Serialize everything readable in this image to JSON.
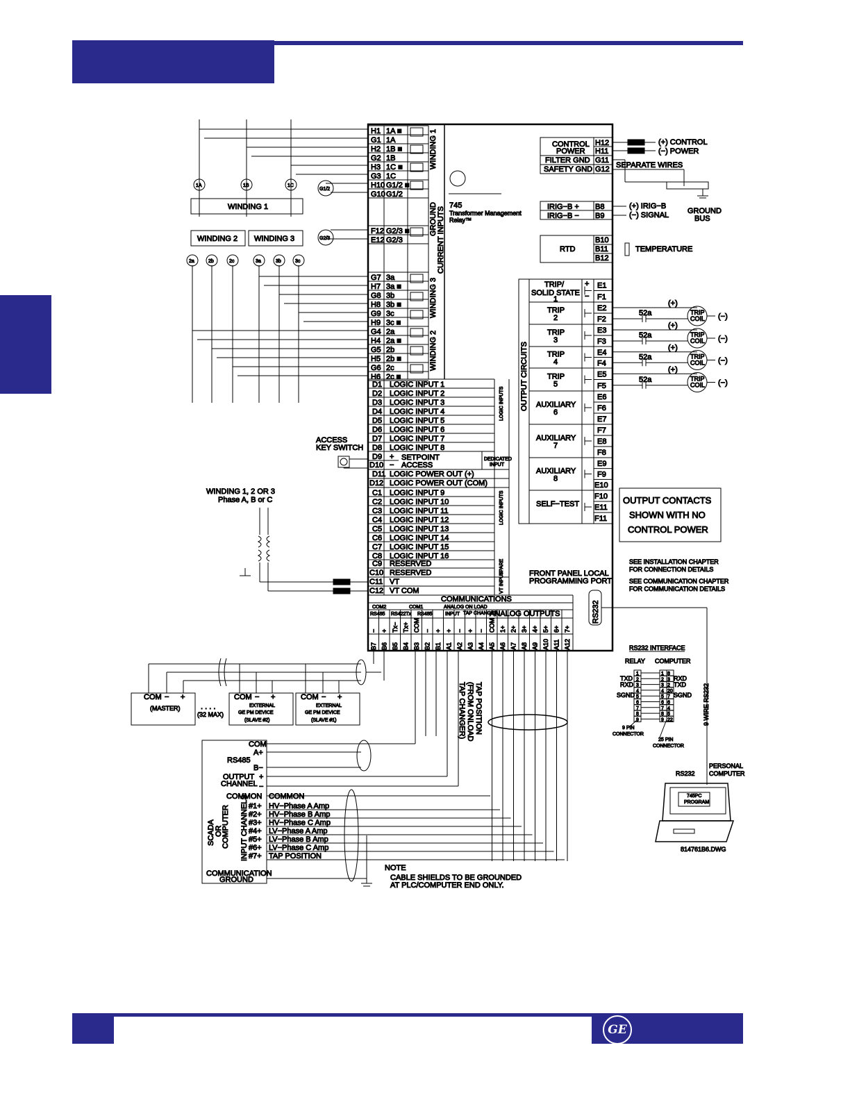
{
  "relay": {
    "model": "745",
    "name": "Transformer Management",
    "name2": "Relay™",
    "drawing_id": "814761B6.DWG"
  },
  "current_inputs": {
    "section_label": "CURRENT INPUTS",
    "w1_label": "WINDING 1",
    "gnd_label": "GROUND",
    "w3_label": "WINDING 3",
    "w2_label": "WINDING 2",
    "rows": [
      {
        "t": "H1",
        "p": "1A ■"
      },
      {
        "t": "G1",
        "p": "1A"
      },
      {
        "t": "H2",
        "p": "1B ■"
      },
      {
        "t": "G2",
        "p": "1B"
      },
      {
        "t": "H3",
        "p": "1C ■"
      },
      {
        "t": "G3",
        "p": "1C"
      },
      {
        "t": "H10",
        "p": "G1/2 ■"
      },
      {
        "t": "G10",
        "p": "G1/2"
      },
      {
        "t": "F12",
        "p": "G2/3 ■"
      },
      {
        "t": "E12",
        "p": "G2/3"
      },
      {
        "t": "G7",
        "p": "3a"
      },
      {
        "t": "H7",
        "p": "3a ■"
      },
      {
        "t": "G8",
        "p": "3b"
      },
      {
        "t": "H8",
        "p": "3b ■"
      },
      {
        "t": "G9",
        "p": "3c"
      },
      {
        "t": "H9",
        "p": "3c ■"
      },
      {
        "t": "G4",
        "p": "2a"
      },
      {
        "t": "H4",
        "p": "2a ■"
      },
      {
        "t": "G5",
        "p": "2b"
      },
      {
        "t": "H5",
        "p": "2b ■"
      },
      {
        "t": "G6",
        "p": "2c"
      },
      {
        "t": "H6",
        "p": "2c ■"
      }
    ]
  },
  "external_cts": {
    "winding1_label": "WINDING 1",
    "winding2_label": "WINDING 2",
    "winding3_label": "WINDING 3",
    "ct_w1": [
      "1A",
      "1B",
      "1C"
    ],
    "ct_w2": [
      "2a",
      "2b",
      "2c"
    ],
    "ct_w3": [
      "3a",
      "3b",
      "3c"
    ],
    "ct_ground": [
      "G1/2",
      "G2/3"
    ]
  },
  "logic_inputs": {
    "rows": [
      {
        "t": "D1",
        "l": "LOGIC INPUT 1"
      },
      {
        "t": "D2",
        "l": "LOGIC INPUT 2"
      },
      {
        "t": "D3",
        "l": "LOGIC INPUT 3"
      },
      {
        "t": "D4",
        "l": "LOGIC INPUT 4"
      },
      {
        "t": "D5",
        "l": "LOGIC INPUT 5"
      },
      {
        "t": "D6",
        "l": "LOGIC INPUT 6"
      },
      {
        "t": "D7",
        "l": "LOGIC INPUT 7"
      },
      {
        "t": "D8",
        "l": "LOGIC INPUT 8"
      }
    ],
    "group_label": "LOGIC INPUTS",
    "d9": "D9",
    "d10": "D10",
    "plus": "+",
    "minus": "−",
    "setpoint": "SETPOINT",
    "access": "ACCESS",
    "dedicated": "DEDICATED",
    "dedicated2": "INPUT",
    "d11": "D11",
    "d11_label": "LOGIC POWER OUT (+)",
    "d12": "D12",
    "d12_label": "LOGIC POWER OUT (COM)",
    "rows2": [
      {
        "t": "C1",
        "l": "LOGIC INPUT 9"
      },
      {
        "t": "C2",
        "l": "LOGIC INPUT 10"
      },
      {
        "t": "C3",
        "l": "LOGIC INPUT 11"
      },
      {
        "t": "C4",
        "l": "LOGIC INPUT 12"
      },
      {
        "t": "C5",
        "l": "LOGIC INPUT 13"
      },
      {
        "t": "C6",
        "l": "LOGIC INPUT 14"
      },
      {
        "t": "C7",
        "l": "LOGIC INPUT 15"
      },
      {
        "t": "C8",
        "l": "LOGIC INPUT 16"
      }
    ],
    "c9": "C9",
    "c9_label": "RESERVED",
    "c10": "C10",
    "c10_label": "RESERVED",
    "spare": "SPARE",
    "c11": "C11",
    "c11_label": "VT",
    "c12": "C12",
    "c12_label": "VT COM",
    "vt_input": "VT INPUT"
  },
  "access_switch": {
    "line1": "ACCESS",
    "line2": "KEY SWITCH"
  },
  "vt_note": {
    "line1": "WINDING 1, 2 OR 3",
    "line2": "Phase A, B or C"
  },
  "power": {
    "control": "CONTROL",
    "power": "POWER",
    "filter_gnd": "FILTER GND",
    "safety_gnd": "SAFETY GND",
    "h12": "H12",
    "h11": "H11",
    "g11": "G11",
    "g12": "G12",
    "plus_control": "(+) CONTROL",
    "minus_power": "(−) POWER",
    "separate": "SEPARATE WIRES",
    "ground": "GROUND",
    "bus": "BUS"
  },
  "irig": {
    "plus_label": "IRIG−B +",
    "minus_label": "IRIG−B −",
    "b8": "B8",
    "b9": "B9",
    "right1": "(+) IRIG−B",
    "right2": "(−) SIGNAL"
  },
  "rtd": {
    "label": "RTD",
    "b10": "B10",
    "b11": "B11",
    "b12": "B12",
    "temperature": "TEMPERATURE"
  },
  "outputs": {
    "group_label": "OUTPUT CIRCUITS",
    "relays": [
      {
        "name": "TRIP/",
        "name2": "SOLID STATE",
        "num": "1",
        "terms": [
          "E1",
          "F1"
        ]
      },
      {
        "name": "TRIP",
        "num": "2",
        "terms": [
          "E2",
          "F2"
        ]
      },
      {
        "name": "TRIP",
        "num": "3",
        "terms": [
          "E3",
          "F3"
        ]
      },
      {
        "name": "TRIP",
        "num": "4",
        "terms": [
          "E4",
          "F4"
        ]
      },
      {
        "name": "TRIP",
        "num": "5",
        "terms": [
          "E5",
          "F5"
        ]
      },
      {
        "name": "AUXILIARY",
        "num": "6",
        "terms": [
          "E6",
          "F6",
          "E7"
        ]
      },
      {
        "name": "AUXILIARY",
        "num": "7",
        "terms": [
          "F7",
          "E8",
          "F8"
        ]
      },
      {
        "name": "AUXILIARY",
        "num": "8",
        "terms": [
          "E9",
          "F9",
          "E10"
        ]
      },
      {
        "name": "SELF−TEST",
        "num": "",
        "terms": [
          "F10",
          "E11",
          "F11"
        ]
      }
    ],
    "breaker": "52a",
    "plus": "(+)",
    "minus": "(−)",
    "coil1": "TRIP",
    "coil2": "COIL",
    "note1": "OUTPUT CONTACTS",
    "note2": "SHOWN WITH NO",
    "note3": "CONTROL POWER"
  },
  "refs": {
    "r1": "SEE INSTALLATION CHAPTER",
    "r2": "FOR CONNECTION DETAILS",
    "r3": "SEE COMMUNICATION CHAPTER",
    "r4": "FOR COMMUNICATION DETAILS"
  },
  "front_port": {
    "line1": "FRONT PANEL LOCAL",
    "line2": "PROGRAMMING PORT",
    "rs232": "RS232"
  },
  "comms": {
    "title": "COMMUNICATIONS",
    "com2": "COM2",
    "com1": "COM1",
    "analog": "ANALOG",
    "input": "INPUT",
    "onload": "ON LOAD",
    "tapch": "TAP CHANGER",
    "analog_outputs": "ANALOG OUTPUTS",
    "rs485": "RS485",
    "rs422": "RS422Tx",
    "rs485b": "RS485",
    "signs": [
      "−",
      "+",
      "Tx−",
      "Tx+",
      "COM",
      "−",
      "+",
      "+",
      "−",
      "+",
      "−",
      "COM",
      "1+",
      "2+",
      "3+",
      "4+",
      "5+",
      "6+",
      "7+"
    ],
    "terms": [
      "B7",
      "B6",
      "B5",
      "B4",
      "B3",
      "B2",
      "B1",
      "A1",
      "A2",
      "A3",
      "A4",
      "A5",
      "A6",
      "A7",
      "A8",
      "A9",
      "A10",
      "A11",
      "A12"
    ]
  },
  "rs485_net": {
    "com": "COM",
    "minus": "−",
    "plus": "+",
    "master": "(MASTER)",
    "dots": ". . . .",
    "max": "(32 MAX)",
    "external": "EXTERNAL",
    "device": "GE PM DEVICE",
    "slave2": "(SLAVE #2)",
    "slave1": "(SLAVE #1)"
  },
  "tap": {
    "l1": "TAP POSITION",
    "l2": "(FROM ONLOAD",
    "l3": "TAP CHANGER)"
  },
  "scada": {
    "com": "COM",
    "aplus": "A+",
    "rs485": "RS485",
    "bminus": "B−",
    "output": "OUTPUT",
    "channel": "CHANNEL",
    "oplus": "+",
    "ominus": "−",
    "common": "COMMON",
    "common2": "COMMON",
    "side1": "SCADA",
    "side2": "OR",
    "side3": "COMPUTER",
    "side4": "INPUT CHANNELS",
    "channels": [
      {
        "n": "#1+",
        "l": "HV−Phase A Amp"
      },
      {
        "n": "#2+",
        "l": "HV−Phase B Amp"
      },
      {
        "n": "#3+",
        "l": "HV−Phase C Amp"
      },
      {
        "n": "#4+",
        "l": "LV−Phase A Amp"
      },
      {
        "n": "#5+",
        "l": "LV−Phase B Amp"
      },
      {
        "n": "#6+",
        "l": "LV−Phase C Amp"
      },
      {
        "n": "#7+",
        "l": "TAP POSITION"
      }
    ],
    "comm_ground1": "COMMUNICATION",
    "comm_ground2": "GROUND"
  },
  "note": {
    "title": "NOTE",
    "l1": "CABLE SHIELDS TO BE GROUNDED",
    "l2": "AT PLC/COMPUTER END ONLY."
  },
  "rs232": {
    "title": "RS232 INTERFACE",
    "relay": "RELAY",
    "computer": "COMPUTER",
    "txd": "TXD",
    "rxd": "RXD",
    "sgnd": "SGND",
    "rxd2": "RXD",
    "txd2": "TXD",
    "sgnd2": "SGND",
    "pins9": [
      "1",
      "2",
      "3",
      "4",
      "5",
      "6",
      "7",
      "8",
      "9"
    ],
    "pins_a": [
      "1",
      "2",
      "3",
      "4",
      "5",
      "6",
      "7",
      "8",
      "9"
    ],
    "pins_b": [
      "8",
      "3",
      "2",
      "20",
      "7",
      "6",
      "4",
      "5",
      "22"
    ],
    "nine_pin": "9 PIN",
    "connector": "CONNECTOR",
    "twentyfive": "25 PIN",
    "connector2": "CONNECTOR",
    "nine_wire": "9 WIRE RS232",
    "personal": "PERSONAL",
    "pcomputer": "COMPUTER",
    "rs232lbl": "RS232",
    "prog1": "745PC",
    "prog2": "PROGRAM"
  },
  "footer": {
    "logo": "GE"
  }
}
